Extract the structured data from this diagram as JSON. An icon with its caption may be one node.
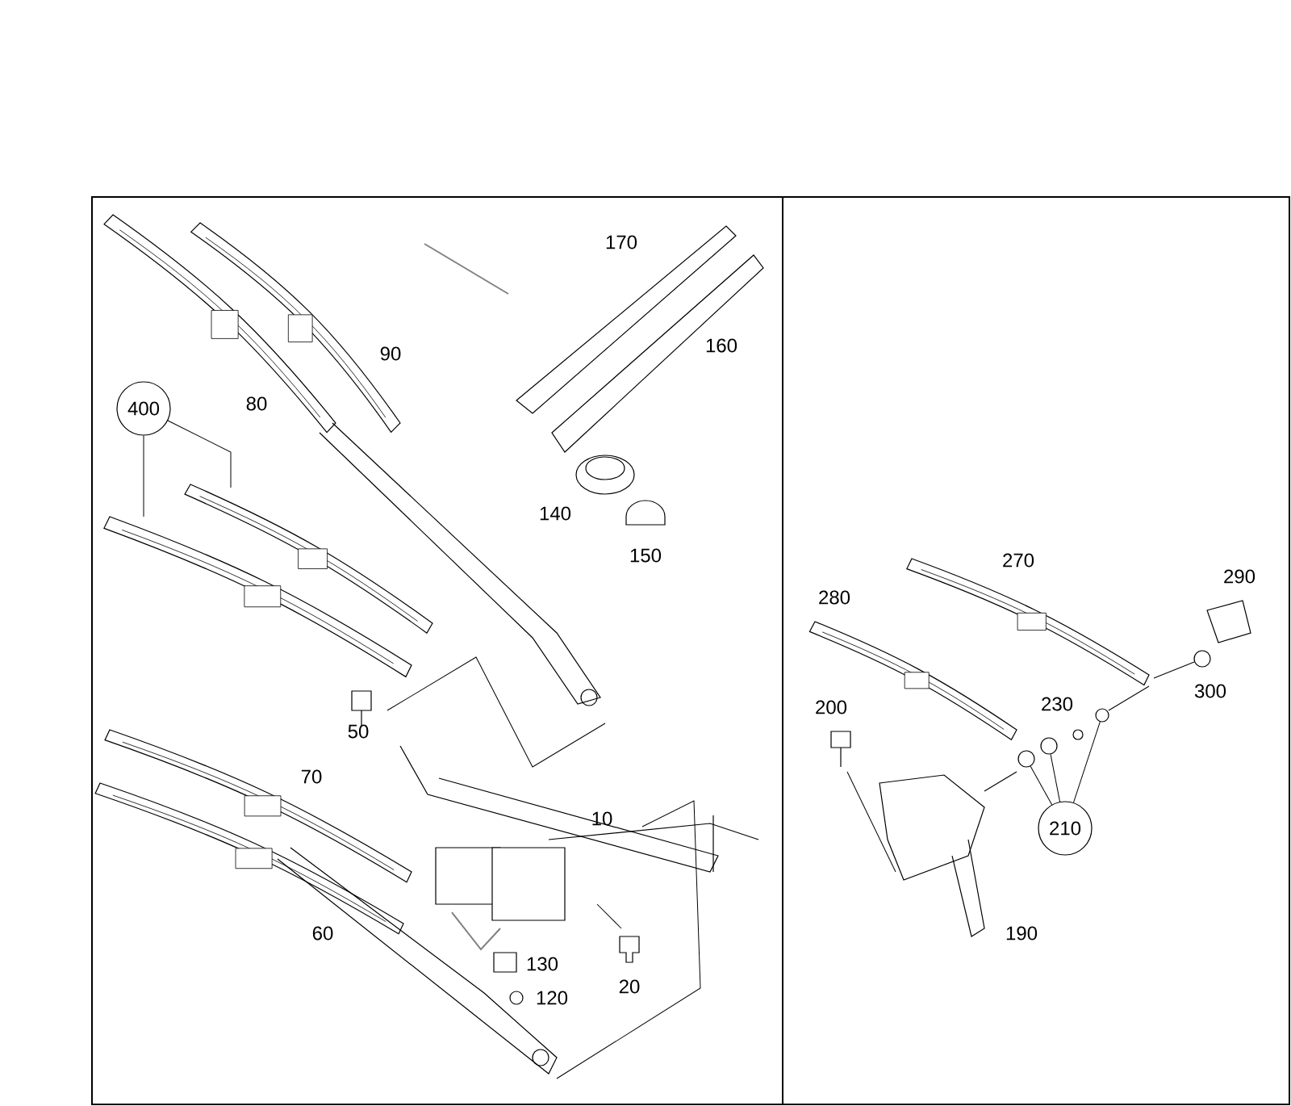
{
  "diagram": {
    "nodes": [
      {
        "text": [
          "400"
        ]
      },
      {
        "text": [
          "210"
        ]
      },
      {
        "text": [],
        "shape": "circle"
      },
      {
        "text": [],
        "shape": "circle"
      },
      {
        "text": [],
        "shape": "circle"
      }
    ],
    "edges": [
      {
        "from": 0,
        "to": null,
        "arrow": "none"
      },
      {
        "from": 0,
        "to": null,
        "arrow": "none"
      },
      {
        "from": 1,
        "to": 2,
        "arrow": "none"
      },
      {
        "from": 1,
        "to": 3,
        "arrow": "none"
      },
      {
        "from": 1,
        "to": 4,
        "arrow": "none"
      }
    ],
    "labels": [
      "170",
      "90",
      "160",
      "80",
      "140",
      "150",
      "270",
      "290",
      "280",
      "300",
      "200",
      "230",
      "50",
      "70",
      "10",
      "60",
      "130",
      "20",
      "120",
      "190"
    ]
  }
}
